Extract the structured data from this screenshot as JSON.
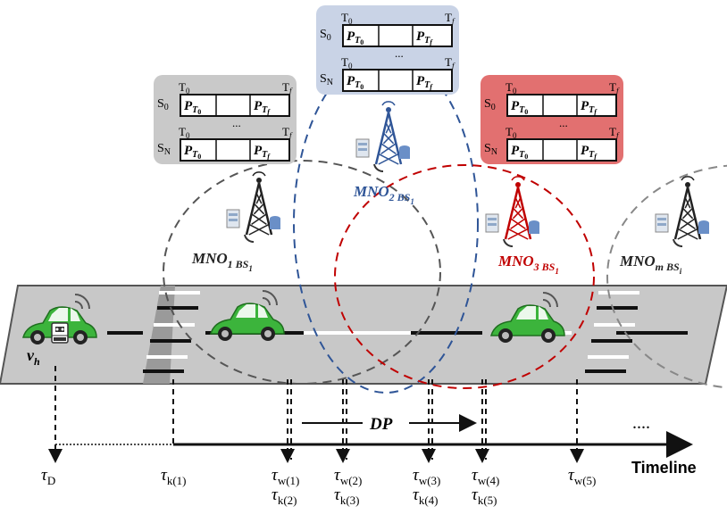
{
  "schedules": [
    {
      "id": "mno1",
      "rows": [
        {
          "state": "S",
          "sub": "0",
          "time_start": "T",
          "time_start_sub": "0",
          "time_end": "T",
          "time_end_sub": "f",
          "cell_first": "P",
          "cell_first_sub": "T",
          "cell_first_subsub": "0",
          "cell_mid": "",
          "cell_last": "P",
          "cell_last_sub": "T",
          "cell_last_subsub": "f"
        },
        {
          "state": "S",
          "sub": "N",
          "time_start": "T",
          "time_start_sub": "0",
          "time_end": "T",
          "time_end_sub": "f",
          "cell_first": "P",
          "cell_first_sub": "T",
          "cell_first_subsub": "0",
          "cell_mid": "",
          "cell_last": "P",
          "cell_last_sub": "T",
          "cell_last_subsub": "f"
        }
      ],
      "ellipsis": "..."
    },
    {
      "id": "mno2",
      "rows": [
        {
          "state": "S",
          "sub": "0",
          "time_start": "T",
          "time_start_sub": "0",
          "time_end": "T",
          "time_end_sub": "f",
          "cell_first": "P",
          "cell_first_sub": "T",
          "cell_first_subsub": "0",
          "cell_mid": "",
          "cell_last": "P",
          "cell_last_sub": "T",
          "cell_last_subsub": "f"
        },
        {
          "state": "S",
          "sub": "N",
          "time_start": "T",
          "time_start_sub": "0",
          "time_end": "T",
          "time_end_sub": "f",
          "cell_first": "P",
          "cell_first_sub": "T",
          "cell_first_subsub": "0",
          "cell_mid": "",
          "cell_last": "P",
          "cell_last_sub": "T",
          "cell_last_subsub": "f"
        }
      ],
      "ellipsis": "..."
    },
    {
      "id": "mno3",
      "rows": [
        {
          "state": "S",
          "sub": "0",
          "time_start": "T",
          "time_start_sub": "0",
          "time_end": "T",
          "time_end_sub": "f",
          "cell_first": "P",
          "cell_first_sub": "T",
          "cell_first_subsub": "0",
          "cell_mid": "",
          "cell_last": "P",
          "cell_last_sub": "T",
          "cell_last_subsub": "f"
        },
        {
          "state": "S",
          "sub": "N",
          "time_start": "T",
          "time_start_sub": "0",
          "time_end": "T",
          "time_end_sub": "f",
          "cell_first": "P",
          "cell_first_sub": "T",
          "cell_first_subsub": "0",
          "cell_mid": "",
          "cell_last": "P",
          "cell_last_sub": "T",
          "cell_last_subsub": "f"
        }
      ],
      "ellipsis": "..."
    }
  ],
  "operators": [
    {
      "id": "mno1",
      "name": "MNO",
      "index": "1",
      "bs": "BS",
      "bs_index": "1",
      "color": "#222222"
    },
    {
      "id": "mno2",
      "name": "MNO",
      "index": "2",
      "bs": "BS",
      "bs_index": "1",
      "color": "#2f5597"
    },
    {
      "id": "mno3",
      "name": "MNO",
      "index": "3",
      "bs": "BS",
      "bs_index": "1",
      "color": "#c00000"
    },
    {
      "id": "mnom",
      "name": "MNO",
      "index": "m",
      "bs": "BS",
      "bs_index": "i",
      "color": "#222222"
    }
  ],
  "vehicle": {
    "symbol": "v",
    "sub": "h"
  },
  "dp_label": "DP",
  "timeline": {
    "label": "Timeline",
    "ellipsis": "....",
    "marks": [
      {
        "main": "τ",
        "sub": "D"
      },
      {
        "main": "τ",
        "sub": "k(1)"
      },
      {
        "main": "τ",
        "sub": "w(1)",
        "main2": "τ",
        "sub2": "k(2)"
      },
      {
        "main": "τ",
        "sub": "w(2)",
        "main2": "τ",
        "sub2": "k(3)"
      },
      {
        "main": "τ",
        "sub": "w(3)",
        "main2": "τ",
        "sub2": "k(4)"
      },
      {
        "main": "τ",
        "sub": "w(4)",
        "main2": "τ",
        "sub2": "k(5)"
      },
      {
        "main": "τ",
        "sub": "w(5)"
      }
    ]
  },
  "colors": {
    "road": "#c8c8c8",
    "road_edge": "#555555",
    "car": "#3cb43c",
    "mno1_box": "#c9c9c9",
    "mno2_box": "#c9d3e6",
    "mno3_box": "#e27070",
    "blue": "#2f5597",
    "red": "#c00000",
    "gray": "#555555"
  }
}
